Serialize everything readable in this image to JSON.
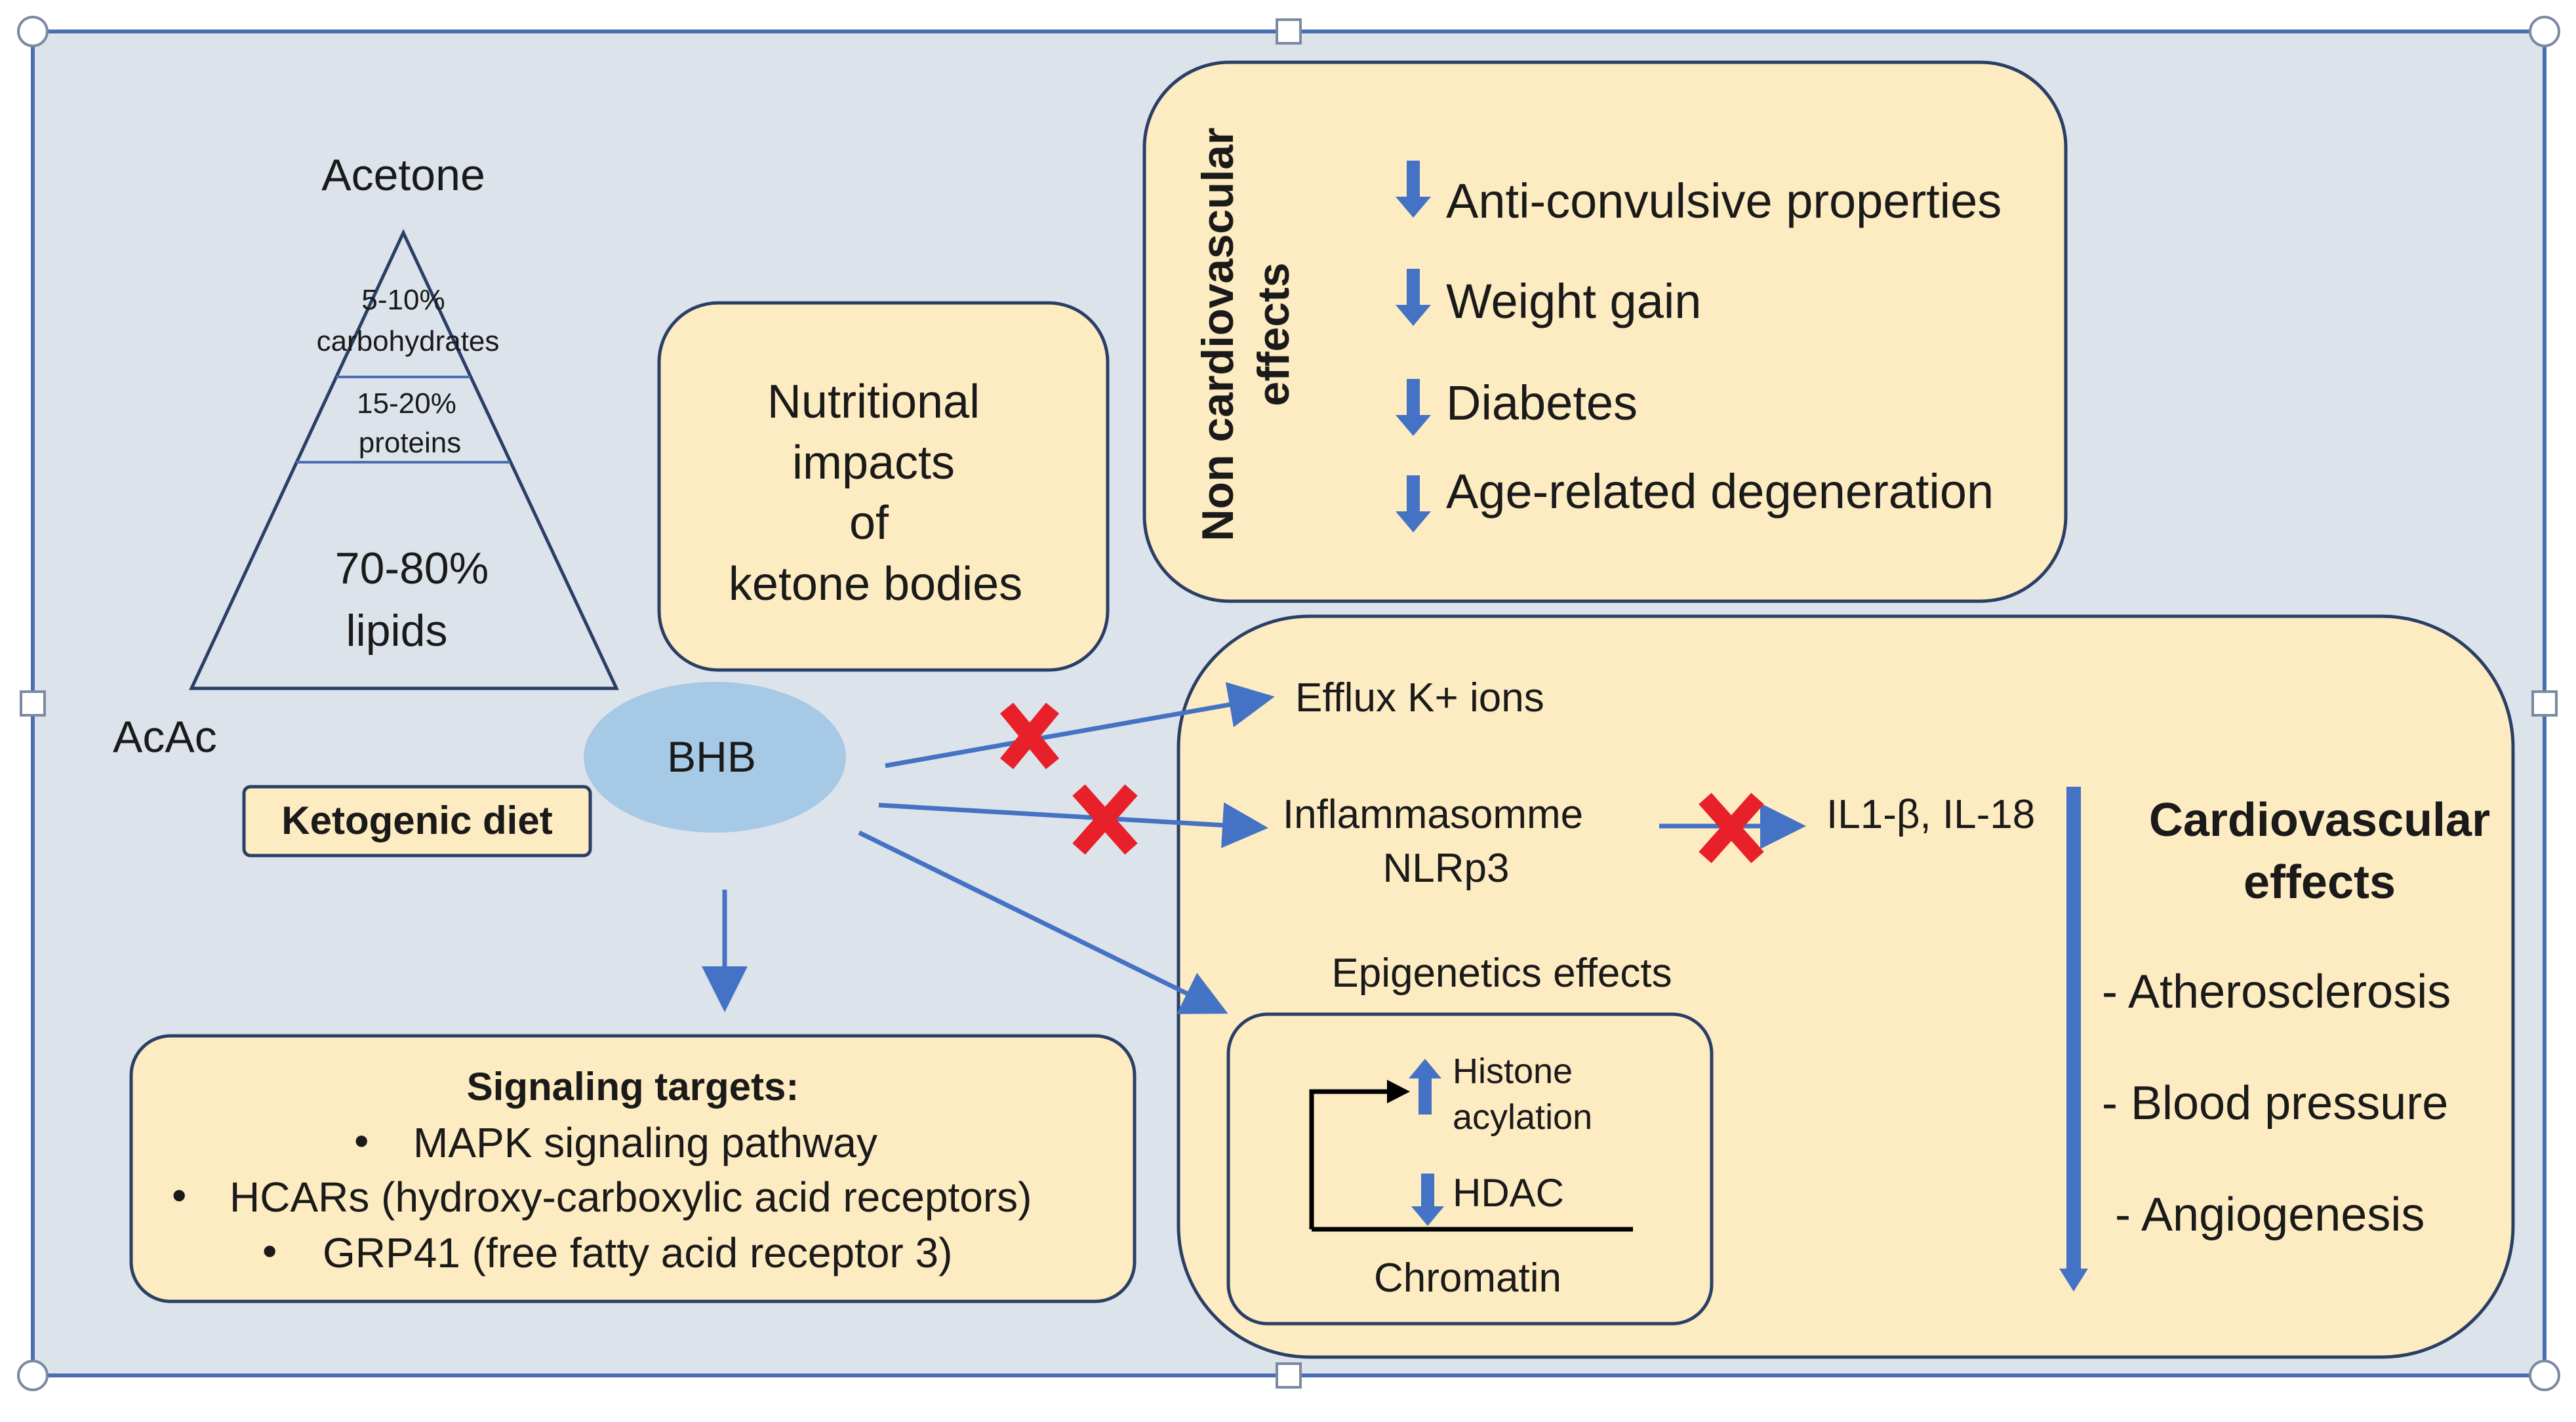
{
  "colors": {
    "frame_bg": "#dde3ea",
    "frame_border": "#4a6fb0",
    "box_fill": "#fdebc1",
    "box_border": "#2a3f66",
    "ellipse_fill": "#a6c9e6",
    "arrow_blue": "#4472c4",
    "cross_red": "#e8202a"
  },
  "pyramid": {
    "apex_label": "Acetone",
    "base_label": "AcAc",
    "tier1_line1": "5-10%",
    "tier1_line2": "carbohydrates",
    "tier2_line1": "15-20%",
    "tier2_line2": "proteins",
    "tier3_line1": "70-80%",
    "tier3_line2": "lipids",
    "diet_label": "Ketogenic diet"
  },
  "nutritional_box": {
    "line1": "Nutritional",
    "line2": "impacts",
    "line3": "of",
    "line4": "ketone bodies"
  },
  "bhb_label": "BHB",
  "non_cv": {
    "title_line1": "Non cardiovascular",
    "title_line2": "effects",
    "items": [
      "Anti-convulsive properties",
      "Weight gain",
      "Diabetes",
      "Age-related degeneration"
    ]
  },
  "signaling": {
    "title": "Signaling targets:",
    "bullet": "•",
    "items": [
      "MAPK  signaling pathway",
      "HCARs (hydroxy-carboxylic  acid receptors)",
      "GRP41 (free fatty  acid receptor 3)"
    ]
  },
  "cv_panel": {
    "efflux": "Efflux K+ ions",
    "inflam_line1": "Inflammasomme",
    "inflam_line2": "NLRp3",
    "interleukins": "IL1-β, IL-18",
    "epigenetics_title": "Epigenetics effects",
    "histone_line1": "Histone",
    "histone_line2": "acylation",
    "hdac": "HDAC",
    "chromatin": "Chromatin",
    "title_line1": "Cardiovascular",
    "title_line2": "effects",
    "effects": [
      "- Atherosclerosis",
      "- Blood pressure",
      "- Angiogenesis"
    ]
  }
}
